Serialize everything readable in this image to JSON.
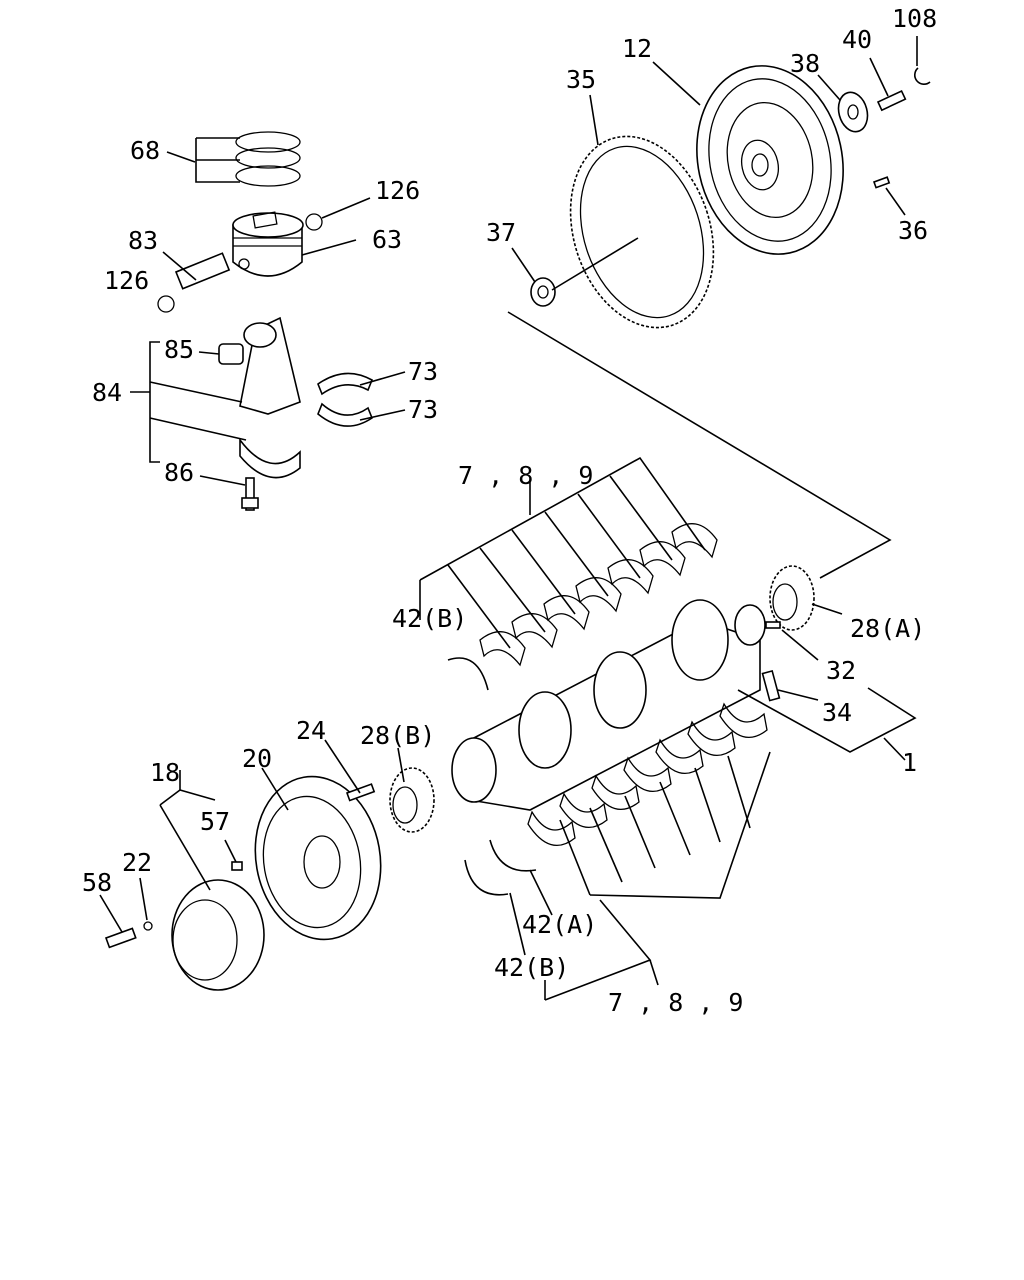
{
  "callouts": {
    "c108": "108",
    "c40": "40",
    "c38": "38",
    "c12": "12",
    "c35": "35",
    "c36": "36",
    "c37": "37",
    "c68": "68",
    "c126a": "126",
    "c63": "63",
    "c83": "83",
    "c126b": "126",
    "c85": "85",
    "c84": "84",
    "c73a": "73",
    "c73b": "73",
    "c86": "86",
    "c789top": "7 , 8 , 9",
    "c42Btop": "42(B)",
    "c28A": "28(A)",
    "c32": "32",
    "c34": "34",
    "c1": "1",
    "c24": "24",
    "c28B": "28(B)",
    "c20": "20",
    "c18": "18",
    "c57": "57",
    "c22": "22",
    "c58": "58",
    "c42A": "42(A)",
    "c42Bbot": "42(B)",
    "c789bot": "7 , 8 , 9"
  }
}
